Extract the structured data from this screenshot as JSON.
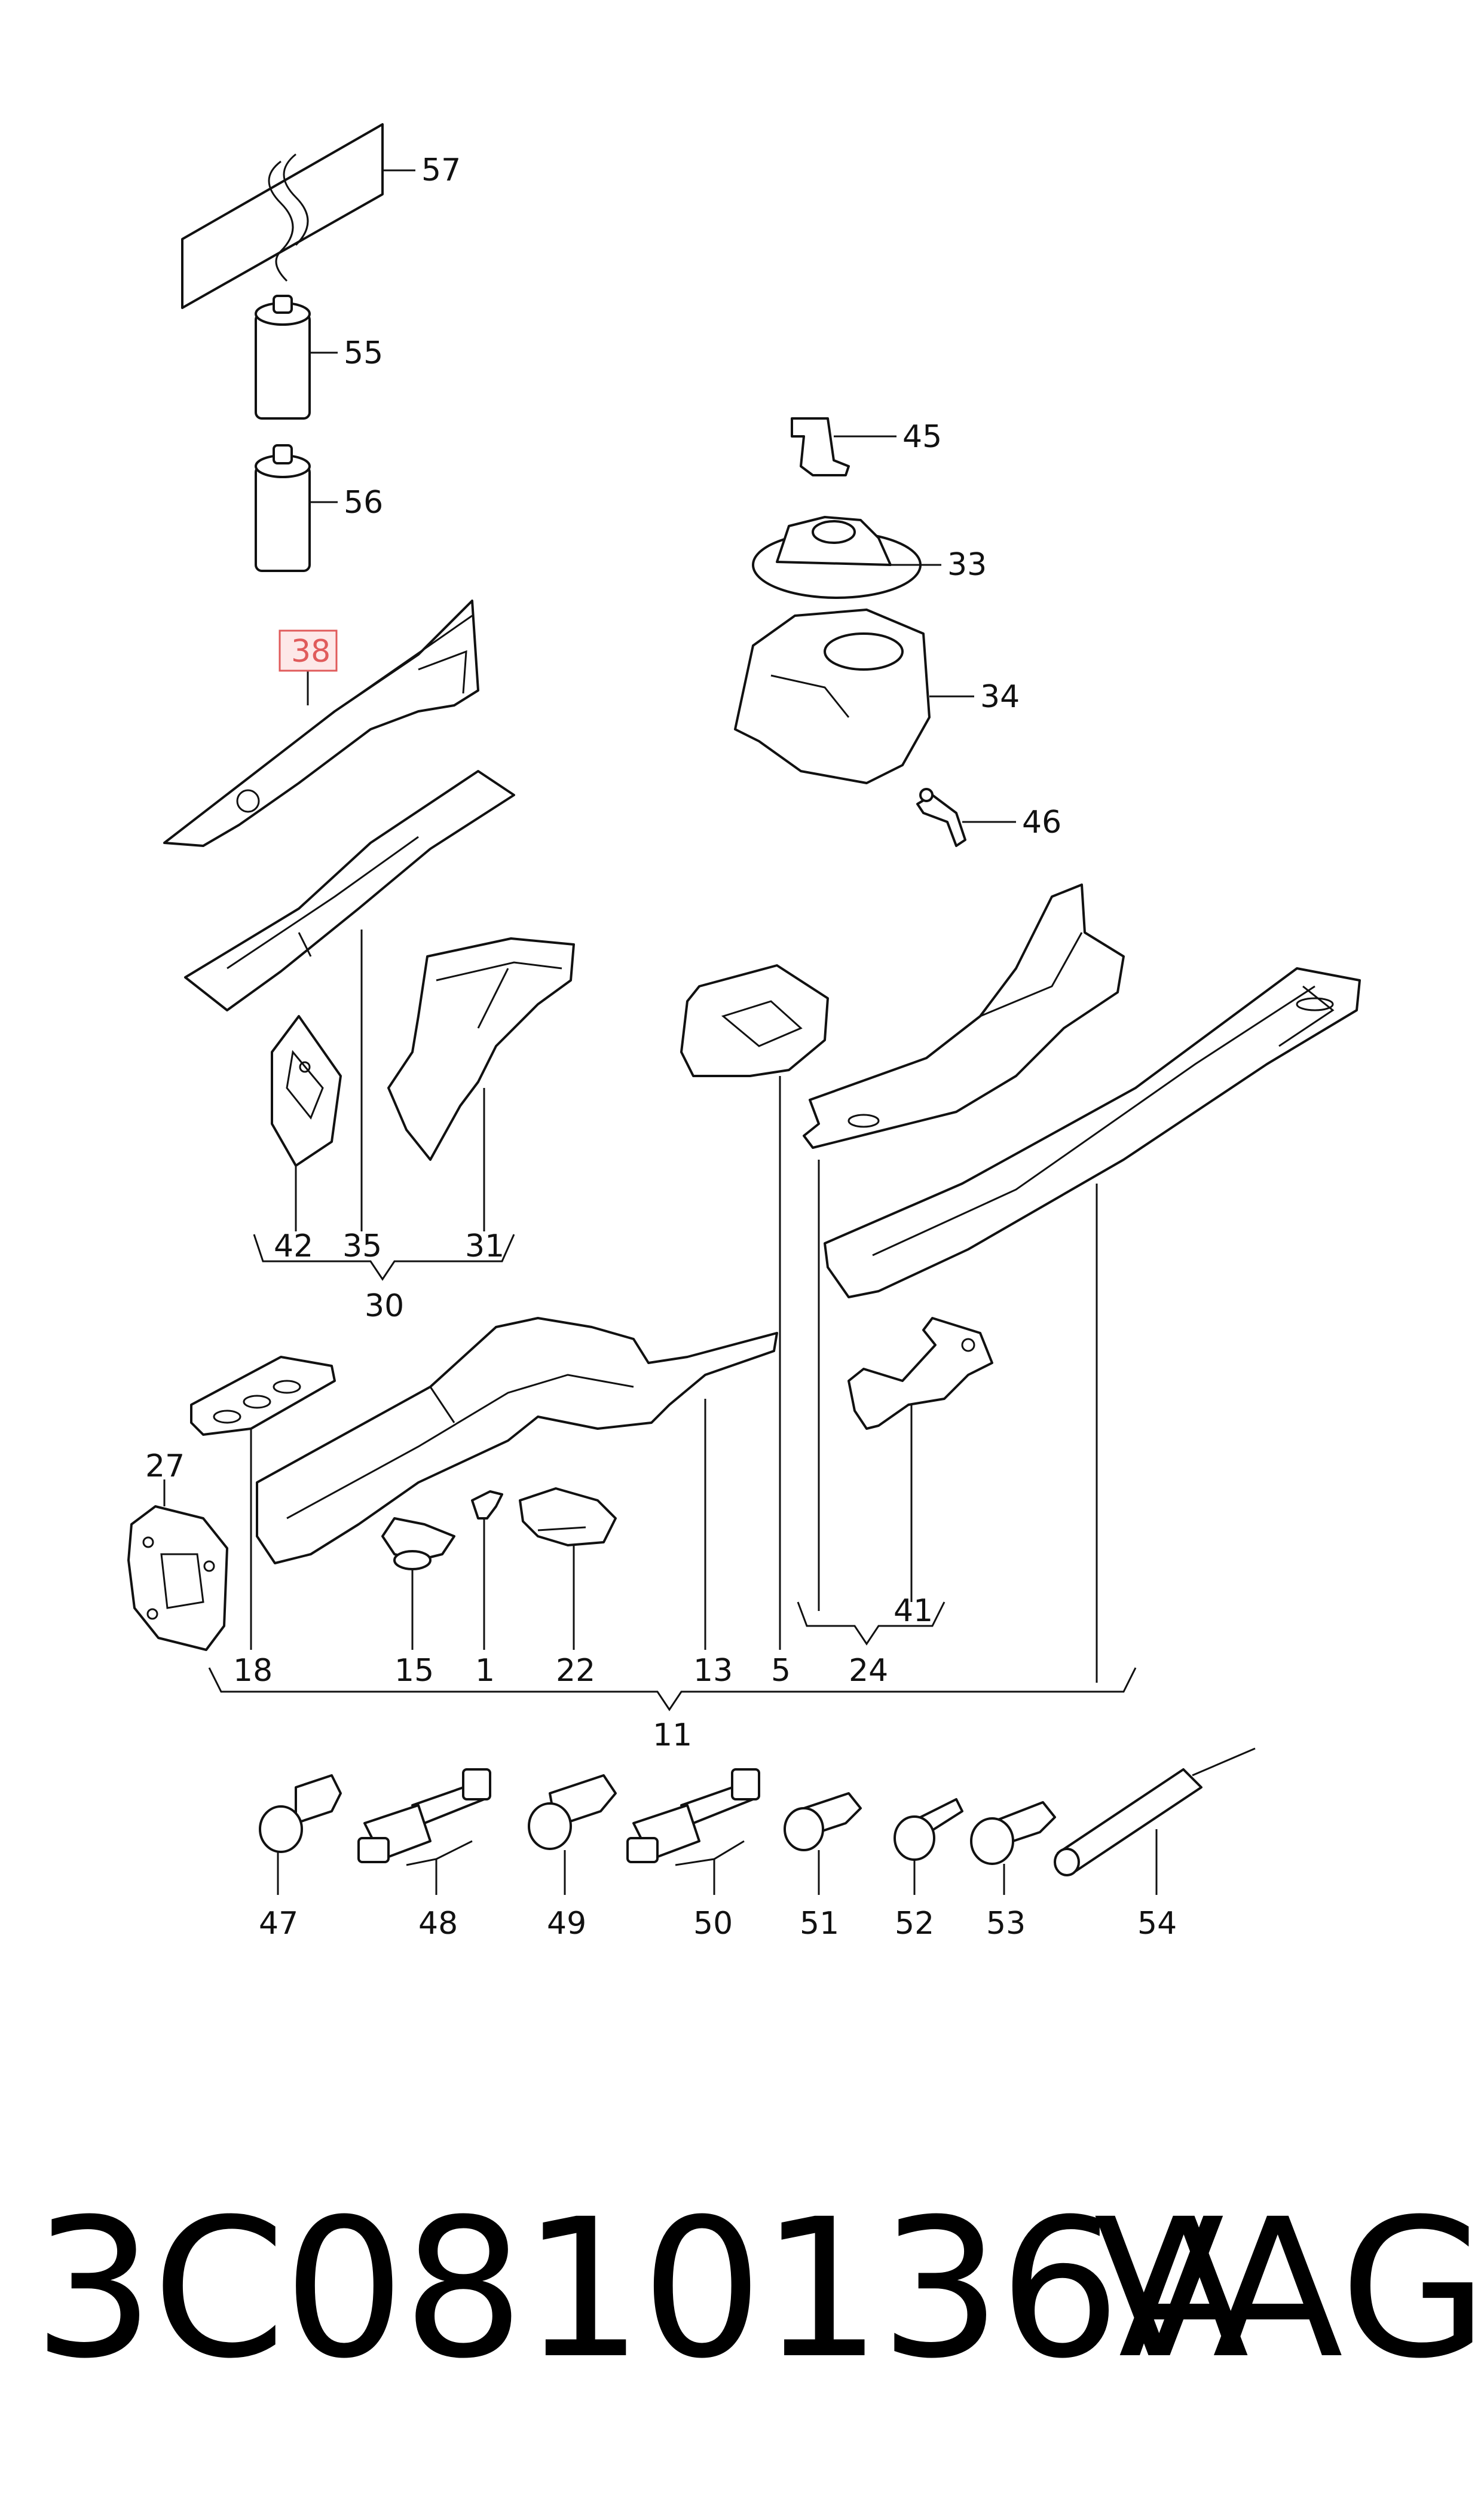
{
  "diagram": {
    "highlight_color": "#e05b5b",
    "highlight_fill": "#fde8e8",
    "highlighted_label": "38",
    "labels": {
      "p57": "57",
      "p55": "55",
      "p56": "56",
      "p38": "38",
      "p45": "45",
      "p33": "33",
      "p34": "34",
      "p46": "46",
      "p42": "42",
      "p35": "35",
      "p31": "31",
      "p30": "30",
      "p27": "27",
      "p18": "18",
      "p15": "15",
      "p1": "1",
      "p22": "22",
      "p13": "13",
      "p5": "5",
      "p24": "24",
      "p41": "41",
      "p11": "11",
      "p47": "47",
      "p48": "48",
      "p49": "49",
      "p50": "50",
      "p51": "51",
      "p52": "52",
      "p53": "53",
      "p54": "54"
    }
  },
  "footer": {
    "part_number": "3C0810136A",
    "brand": "VAG"
  }
}
